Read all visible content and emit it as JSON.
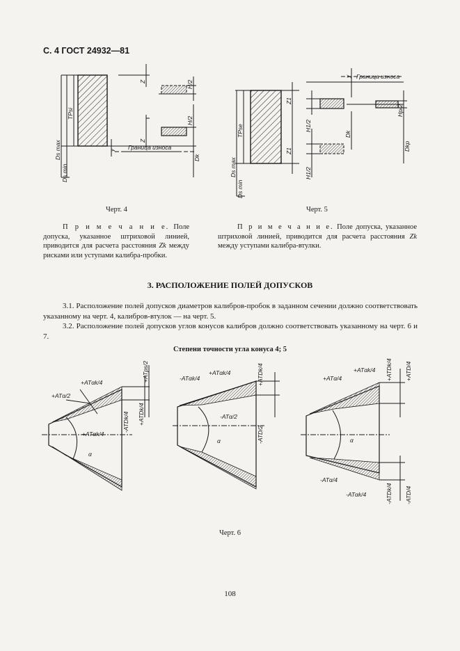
{
  "header": "С. 4 ГОСТ 24932—81",
  "fig4": {
    "caption": "Черт. 4",
    "labels": {
      "ds_max": "Ds max",
      "ds_min": "Ds min",
      "tpsi": "TPsi",
      "z_top": "Z",
      "h2_top": "H/2",
      "z_bottom": "Z",
      "h2_bottom": "H/2",
      "y": "y",
      "wear": "Граница износа",
      "dk": "Dk"
    }
  },
  "fig5": {
    "caption": "Черт. 5",
    "labels": {
      "ds_max": "Ds max",
      "ds_min": "Ds min",
      "tpse": "TPse",
      "y": "y",
      "wear": "Граница износа",
      "z1_top": "Z1",
      "h1_2_top": "H1/2",
      "dk": "Dk",
      "z1_bottom": "Z1",
      "h1_2_bottom": "H1/2",
      "hp_2": "Hp/2",
      "dkp": "Dkp"
    }
  },
  "note4": {
    "lead": "П р и м е ч а н и е.",
    "text1": " Поле допуска, указанное штриховой линией, приводится для расчета расстояния ",
    "zk": "Zk",
    "text2": " между рисками или уступами калибра-пробки."
  },
  "note5": {
    "lead": "П р и м е ч а н и е.",
    "text1": " Поле допуска, указанное штриховой линией, приводится для расчета расстояния ",
    "zk": "Zk",
    "text2": " между уступами калибра-втулки."
  },
  "section_title": "3. РАСПОЛОЖЕНИЕ ПОЛЕЙ ДОПУСКОВ",
  "para_3_1": "3.1. Расположение полей допусков диаметров калибров-пробок в заданном сечении должно соответствовать указанному на черт. 4, калибров-втулок — на черт. 5.",
  "para_3_2": "3.2. Расположение полей допусков углов конусов калибров должно соответствовать указанному на черт. 6 и 7.",
  "fig6_title": "Степени точности угла конуса 4; 5",
  "fig6": {
    "caption": "Черт. 6",
    "c1": {
      "at_alpha_2": "+ATα/2",
      "at_alpha_k_4": "+ATαk/4",
      "at_ps_2": "+ATps/2",
      "at_dk_4": "+ATDk/4",
      "at_dk_4_neg": "-ATDk/4",
      "at_alpha_k_4_b": "+ATαk/4",
      "alpha": "α"
    },
    "c2": {
      "at_alpha_k_4_neg": "-ATαk/4",
      "at_alpha_k_4": "+ATαk/4",
      "at_dk_4": "+ATDk/4",
      "at_alpha_2_neg": "-ATα/2",
      "at_d_2_neg": "-ATD/2",
      "alpha": "α"
    },
    "c3": {
      "at_alpha_4": "+ATα/4",
      "at_alpha_k_4": "+ATαk/4",
      "at_dk_4": "+ATDk/4",
      "at_d_4": "+ATD/4",
      "at_alpha_4_neg": "-ATα/4",
      "at_alpha_k_4_neg": "-ATαk/4",
      "at_dk_4_neg": "-ATDk/4",
      "at_d_4_neg": "-ATD/4",
      "alpha": "α"
    }
  },
  "page_number": "108"
}
